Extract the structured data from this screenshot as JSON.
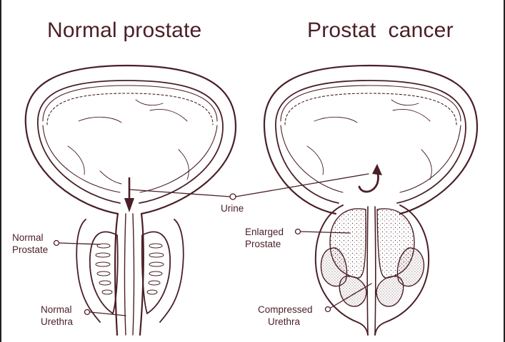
{
  "titles": {
    "normal": "Normal prostate",
    "cancer": "Prostat  cancer"
  },
  "labels": {
    "urine": "Urine",
    "normal_prostate": [
      "Normal",
      "Prostate"
    ],
    "normal_urethra": [
      "Normal",
      "Urethra"
    ],
    "enlarged_prostate": [
      "Enlarged",
      "Prostate"
    ],
    "compressed_urethra": [
      "Compressed",
      "Urethra"
    ]
  },
  "colors": {
    "ink": "#4a1f27",
    "background": "#ffffff"
  }
}
